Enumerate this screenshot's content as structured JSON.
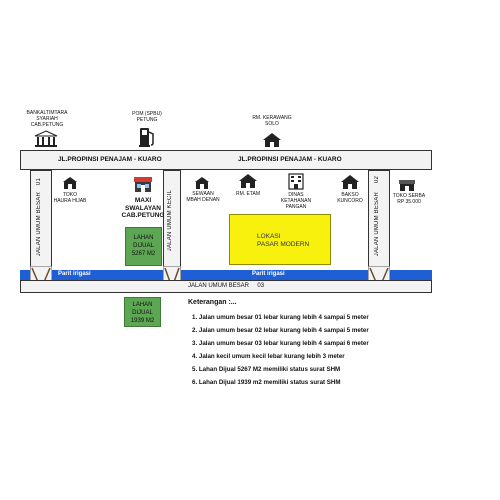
{
  "top_landmarks": {
    "bank": {
      "label": "BANKALTIMTARA\nSYARIAH\nCAB.PETUNG"
    },
    "pom": {
      "label": "POM (SPBU)\nPETUNG"
    },
    "rm_kerawang": {
      "label": "RM. KERAWANG\nSOLO"
    }
  },
  "roads": {
    "main_left": "JL.PROPINSI PENAJAM - KUARO",
    "main_right": "JL.PROPINSI PENAJAM - KUARO",
    "left_vertical": "JALAN UMUM BESAR",
    "left_vertical_num": "01",
    "right_vertical": "JALAN UMUM BESAR",
    "right_vertical_num": "02",
    "small_vertical": "JALAN UMUM KECIL",
    "bottom": "JALAN UMUM BESAR",
    "bottom_num": "03",
    "canal_left": "Parit irigasi",
    "canal_right": "Parit irigasi"
  },
  "shops": {
    "toko_haura": "TOKO\nHAURA HIJAB",
    "maxi": "MAXI\nSWALAYAN\nCAB.PETUNG",
    "sewaan": "SEWAAN\nMBAH DENAN",
    "rm_etam": "RM. ETAM",
    "dinas": "DINAS\nKETAHANAN\nPANGAN",
    "bakso": "BAKSO\nKUNCORO",
    "toko_serba": "TOKO SERBA\nRP 35.000"
  },
  "parcels": {
    "lahan1": "LAHAN\nDIJUAL\n5267 M2",
    "lahan2": "LAHAN\nDIJUAL\n1939 M2",
    "lokasi": "LOKASI\nPASAR MODERN"
  },
  "legend": {
    "title": "Keterangan :...",
    "items": [
      "1.   Jalan umum besar  01 lebar kurang lebih 4 sampai 5 meter",
      "2.   Jalan umum besar 02 lebar kurang lebih 4 sampai 5 meter",
      "3.   Jalan umum besar 03 lebar kurang lebih 4 sampai 6 meter",
      "4.   Jalan kecil umum kecil lebar kurang lebih 3 meter",
      "5.   Lahan Dijual 5267 M2 memiliki status surat SHM",
      "6.   Lahan Dijual 1939 m2 memiliki status surat SHM"
    ]
  },
  "colors": {
    "canal": "#1f5fd6",
    "lahan": "#5da653",
    "lokasi": "#f7f10d"
  }
}
